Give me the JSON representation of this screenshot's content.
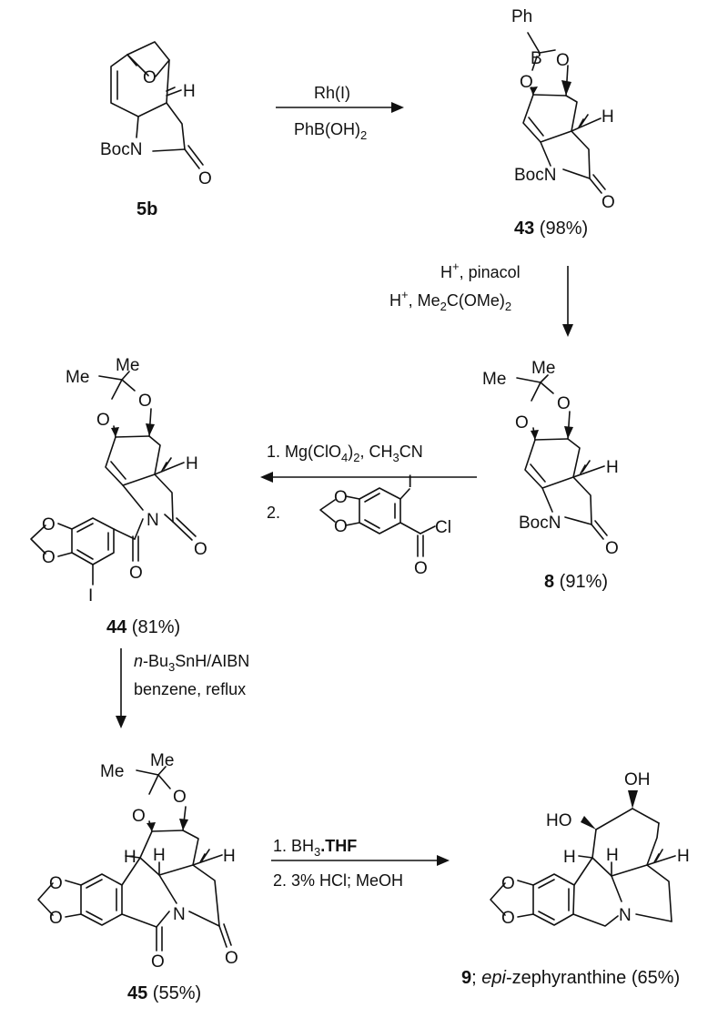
{
  "compounds": {
    "c5b": {
      "label": "5b",
      "yield": ""
    },
    "c43": {
      "label": "43",
      "yield": " (98%)"
    },
    "c8": {
      "label": "8",
      "yield": " (91%)"
    },
    "c44": {
      "label": "44",
      "yield": " (81%)"
    },
    "c45": {
      "label": "45",
      "yield": " (55%)"
    },
    "c9": {
      "label": "9",
      "sep": "; ",
      "name_italic": "epi",
      "name_rest": "-zephyranthine (65%)"
    }
  },
  "reactions": {
    "r1": {
      "line1": "Rh(I)",
      "line2_pre": "PhB(OH)",
      "line2_sub": "2"
    },
    "r2": {
      "line1_pre": "H",
      "line1_sup": "+",
      "line1_post": ", pinacol",
      "line2_pre": "H",
      "line2_sup": "+",
      "line2_mid": ", Me",
      "line2_sub1": "2",
      "line2_mid2": "C(OMe)",
      "line2_sub2": "2"
    },
    "r3": {
      "line1_a": "1. Mg(ClO",
      "line1_s1": "4",
      "line1_b": ")",
      "line1_s2": "2",
      "line1_c": ", CH",
      "line1_s3": "3",
      "line1_d": "CN",
      "line2": "2."
    },
    "r4": {
      "line1_ital": "n",
      "line1_a": "-Bu",
      "line1_s1": "3",
      "line1_b": "SnH/AIBN",
      "line2": "benzene, reflux"
    },
    "r5": {
      "line1_a": "1. BH",
      "line1_s1": "3",
      "line1_b": ".THF",
      "line2": "2. 3% HCl; MeOH"
    }
  },
  "atoms": {
    "H": "H",
    "O": "O",
    "N": "N",
    "I": "I",
    "B": "B",
    "Ph": "Ph",
    "Me": "Me",
    "OH": "OH",
    "HO": "HO",
    "BocN": "BocN",
    "Cl": "Cl"
  }
}
